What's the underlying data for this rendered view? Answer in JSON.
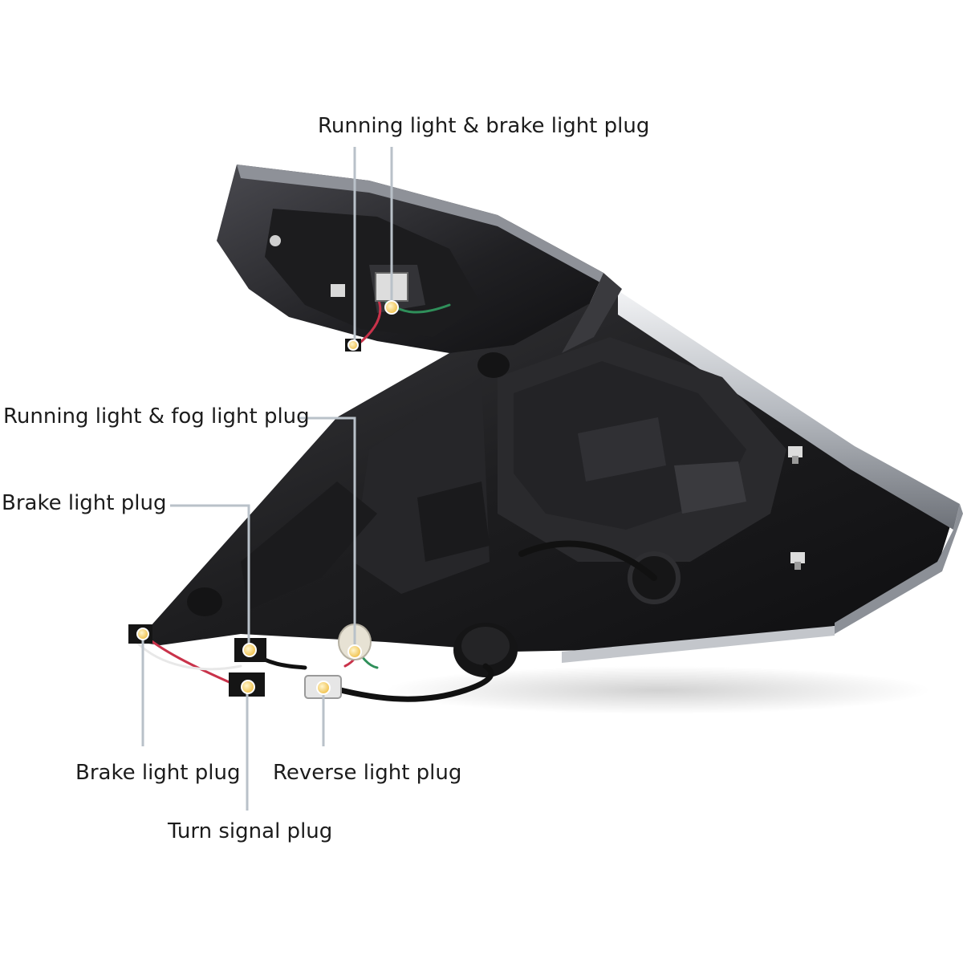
{
  "title": "",
  "labels": {
    "running_brake": "Running light & brake light plug",
    "running_fog": "Running light & fog light plug",
    "brake_upper": "Brake light plug",
    "brake_lower": "Brake light plug",
    "reverse": "Reverse light plug",
    "turn_signal": "Turn signal plug"
  },
  "colors": {
    "housing": "#1e1e20",
    "housing_edge": "#3a3a3e",
    "chrome": "#c9ccd1",
    "leader": "#b9c1c9",
    "plug_dot": "#f6d06a",
    "wire_red": "#c9324a",
    "wire_white": "#e8e8e8",
    "wire_green": "#2f8f5a"
  }
}
